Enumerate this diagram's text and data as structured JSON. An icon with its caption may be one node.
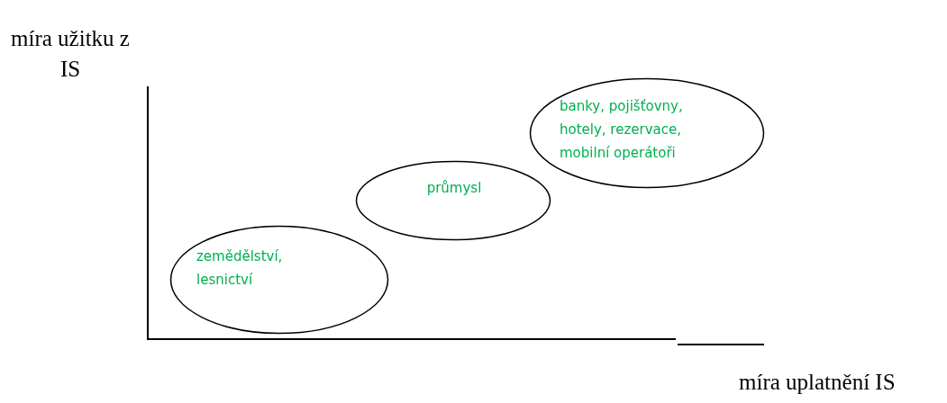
{
  "diagram": {
    "nodes": [
      {
        "text": [
          "zemědělství, lesnictví"
        ]
      },
      {
        "text": [
          "průmysl"
        ]
      },
      {
        "text": [
          "banky, pojišťovny, hotely, rezervace, mobilní operátoři"
        ]
      }
    ],
    "labels": [
      "míra užitku z IS",
      "míra uplatnění IS"
    ]
  }
}
